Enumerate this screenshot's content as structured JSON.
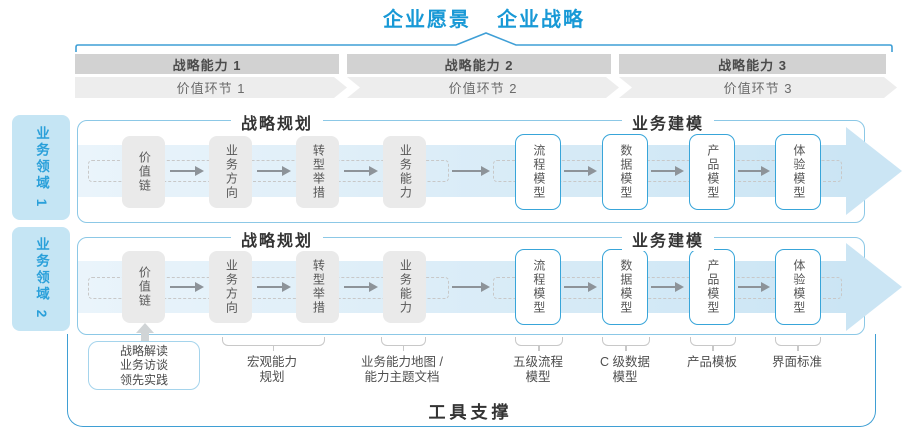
{
  "title": {
    "vision": "企业愿景",
    "strategy": "企业战略"
  },
  "strategy_capabilities": {
    "cap1": "战略能力 1",
    "cap2": "战略能力 2",
    "cap3": "战略能力 3"
  },
  "value_links": {
    "link1": "价值环节 1",
    "link2": "价值环节 2",
    "link3": "价值环节 3"
  },
  "business_domains": {
    "domain1": "业务领域 1",
    "domain2": "业务领域 2"
  },
  "sections": {
    "planning": "战略规划",
    "modeling": "业务建模"
  },
  "pipeline_boxes": {
    "value_chain": "价值链",
    "business_direction": "业务方向",
    "transformation_initiatives": "转型举措",
    "business_capability": "业务能力",
    "process_model": "流程模型",
    "data_model": "数据模型",
    "product_model": "产品模型",
    "experience_model": "体验模型"
  },
  "deliverables": {
    "practice_box": {
      "line1": "战略解读",
      "line2": "业务访谈",
      "line3": "领先实践"
    },
    "macro_capability": {
      "line1": "宏观能力",
      "line2": "规划"
    },
    "capability_map": {
      "line1": "业务能力地图 /",
      "line2": "能力主题文档"
    },
    "process_l5": {
      "line1": "五级流程",
      "line2": "模型"
    },
    "data_c": {
      "line1": "C 级数据",
      "line2": "模型"
    },
    "product_template": "产品模板",
    "ui_standard": "界面标准"
  },
  "support": {
    "title": "工具支撑"
  },
  "colors": {
    "accent_blue": "#1899d6",
    "line_blue": "#3f9fd6",
    "panel_border": "#8cc8e6",
    "box_border": "#38a5d9",
    "band_fill": "#cbe5f4",
    "bar_bg": "#d2d2d2",
    "chevron_bg": "#ededed",
    "sidebar_bg": "#c5e5f4",
    "gray_box_bg": "#eaeaea",
    "arrow_gray": "#8d9399"
  }
}
